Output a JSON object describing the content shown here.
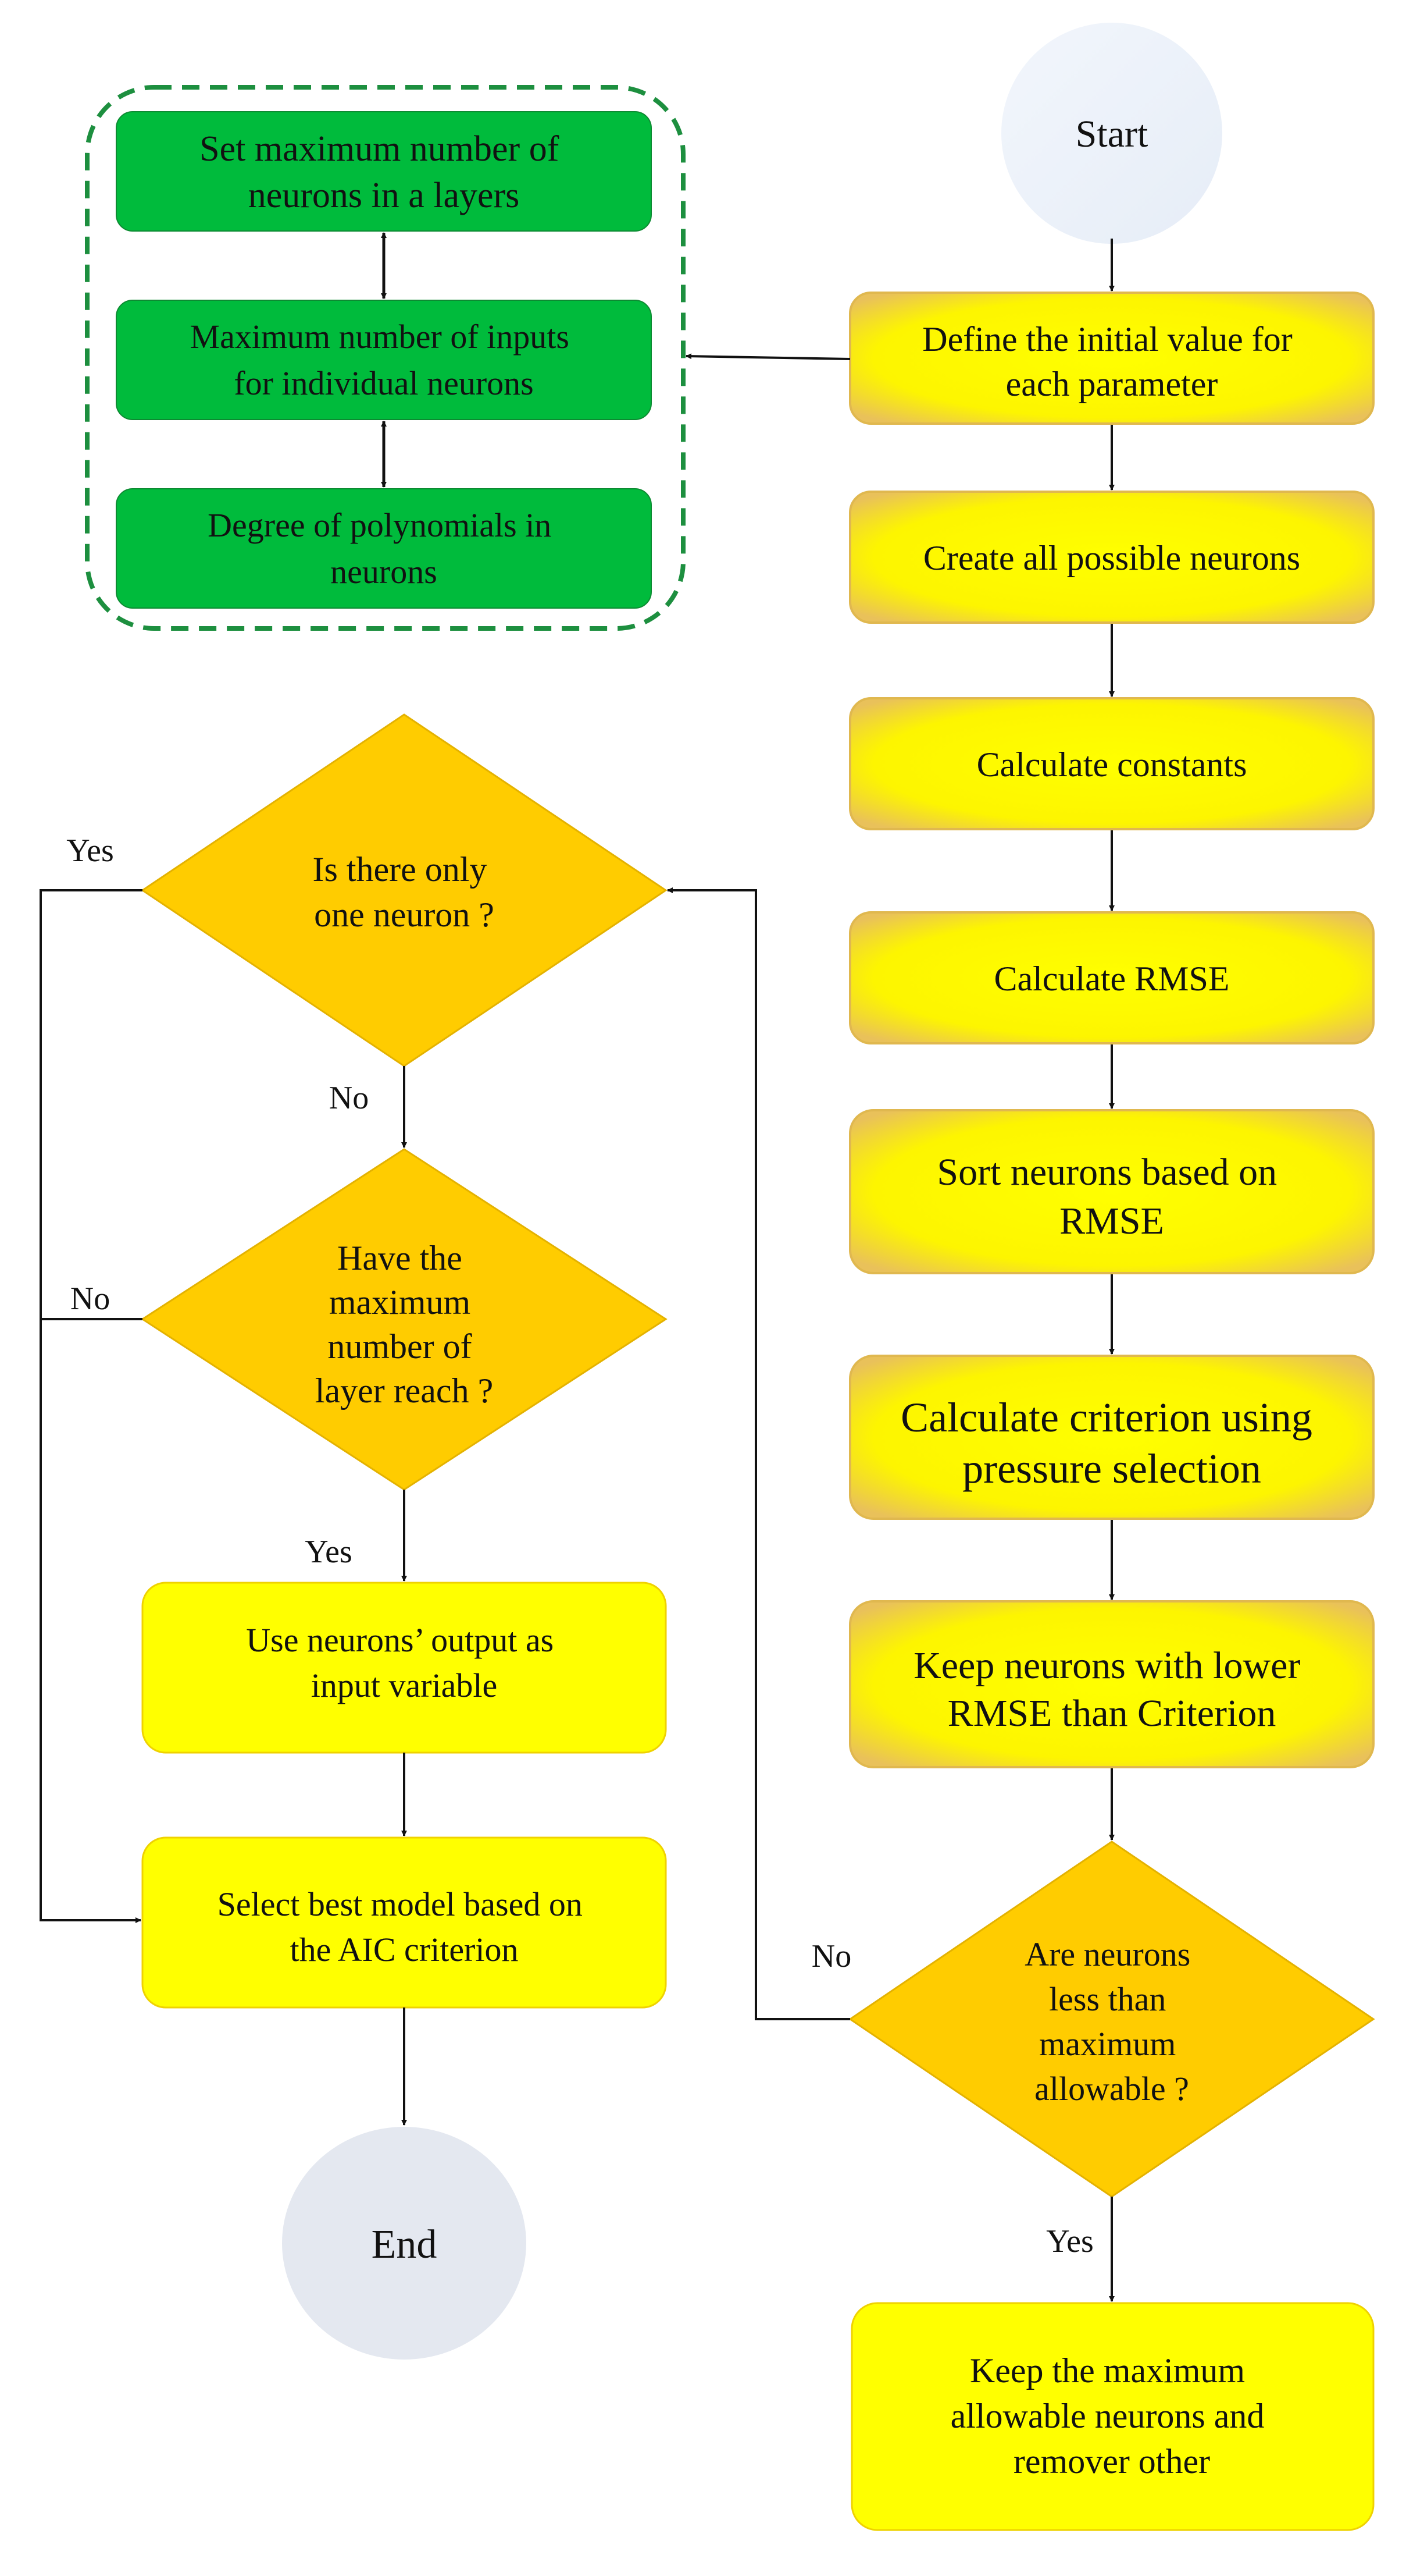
{
  "parameter_group": {
    "boxes": [
      {
        "lines": [
          "Set maximum number of",
          "neurons in a layers"
        ]
      },
      {
        "lines": [
          "Maximum  number  of inputs",
          "for individual  neurons"
        ]
      },
      {
        "lines": [
          "Degree of polynomials  in",
          "neurons"
        ]
      }
    ]
  },
  "main_flow": {
    "start": "Start",
    "define": [
      "Define the initial value for",
      "each parameter"
    ],
    "create": [
      "Create all possible neurons"
    ],
    "constants": [
      "Calculate constants"
    ],
    "rmse": [
      "Calculate RMSE"
    ],
    "sort": [
      "Sort neurons based on",
      "RMSE"
    ],
    "criterion": [
      "Calculate criterion using",
      "pressure selection"
    ],
    "keep": [
      "Keep neurons with lower",
      "RMSE than Criterion"
    ],
    "decision_less": [
      "Are neurons",
      "less than",
      "maximum",
      "allowable  ?"
    ],
    "keep_max": [
      "Keep the maximum",
      "allowable neurons and",
      "remover other"
    ]
  },
  "left_flow": {
    "decision_one": [
      "Is there only",
      "one neuron  ?"
    ],
    "decision_layer": [
      "Have the",
      "maximum",
      "number  of",
      "layer reach  ?"
    ],
    "use_output": [
      "Use neurons’ output as",
      "input variable"
    ],
    "select_best": [
      "Select  best model based on",
      "the AIC criterion"
    ],
    "end": "End"
  },
  "edge_labels": {
    "yes_one": "Yes",
    "no_one": "No",
    "no_layer": "No",
    "yes_layer": "Yes",
    "no_less": "No",
    "yes_less": "Yes"
  },
  "colors": {
    "green_box": "#00bb3c",
    "green_dash": "#1d8f3f",
    "yellow_box": "#ffff00",
    "yellow_box_rim": "#e7c25a",
    "decision_fill": "#ffcc00",
    "terminal_fill": "#e4e8f0",
    "line": "#111111"
  }
}
